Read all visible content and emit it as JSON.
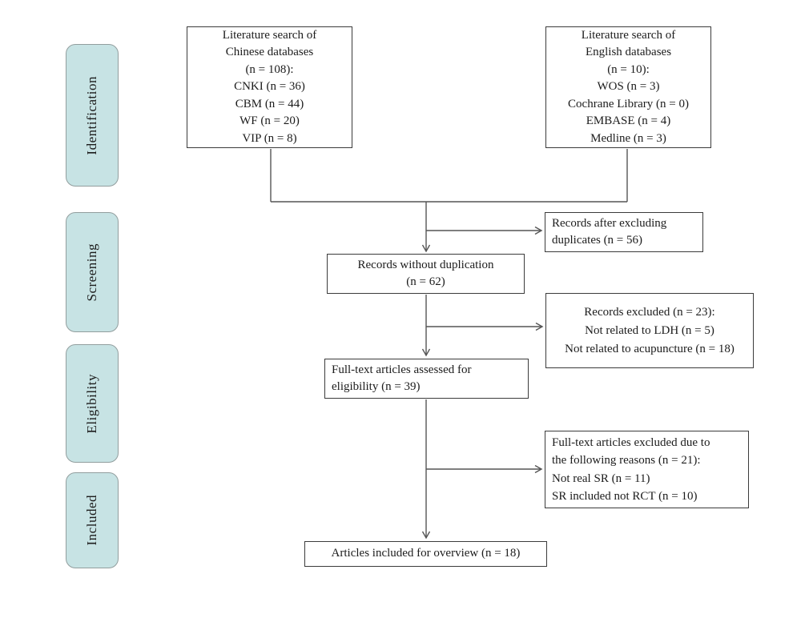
{
  "colors": {
    "background": "#ffffff",
    "stage_fill": "#c7e3e4",
    "stage_border": "#929e9e",
    "box_border": "#3b3b3b",
    "line": "#555555",
    "text": "#1c1c1c"
  },
  "stages": [
    {
      "label": "Identification"
    },
    {
      "label": "Screening"
    },
    {
      "label": "Eligibility"
    },
    {
      "label": "Included"
    }
  ],
  "boxes": {
    "chinese_search": {
      "lines": [
        "Literature search of",
        "Chinese databases",
        "(n = 108):",
        "CNKI (n = 36)",
        "CBM (n = 44)",
        "WF (n = 20)",
        "VIP (n = 8)"
      ]
    },
    "english_search": {
      "lines": [
        "Literature search of",
        "English databases",
        "(n = 10):",
        "WOS (n = 3)",
        "Cochrane Library (n = 0)",
        "EMBASE (n = 4)",
        "Medline (n = 3)"
      ]
    },
    "after_excluding_duplicates": {
      "lines": [
        "Records after excluding",
        "duplicates (n = 56)"
      ]
    },
    "without_duplication": {
      "lines": [
        "Records without duplication",
        "(n = 62)"
      ]
    },
    "records_excluded": {
      "lines": [
        "Records excluded (n = 23):",
        "Not related to LDH (n = 5)",
        "Not related to acupuncture (n = 18)"
      ]
    },
    "fulltext_assessed": {
      "lines": [
        "Full-text articles assessed for",
        "eligibility (n = 39)"
      ]
    },
    "fulltext_excluded": {
      "lines": [
        "Full-text articles excluded due to",
        "the following reasons (n = 21):",
        "Not real SR (n = 11)",
        "SR included not RCT (n = 10)"
      ]
    },
    "articles_included": {
      "lines": [
        "Articles included for overview (n = 18)"
      ]
    }
  }
}
